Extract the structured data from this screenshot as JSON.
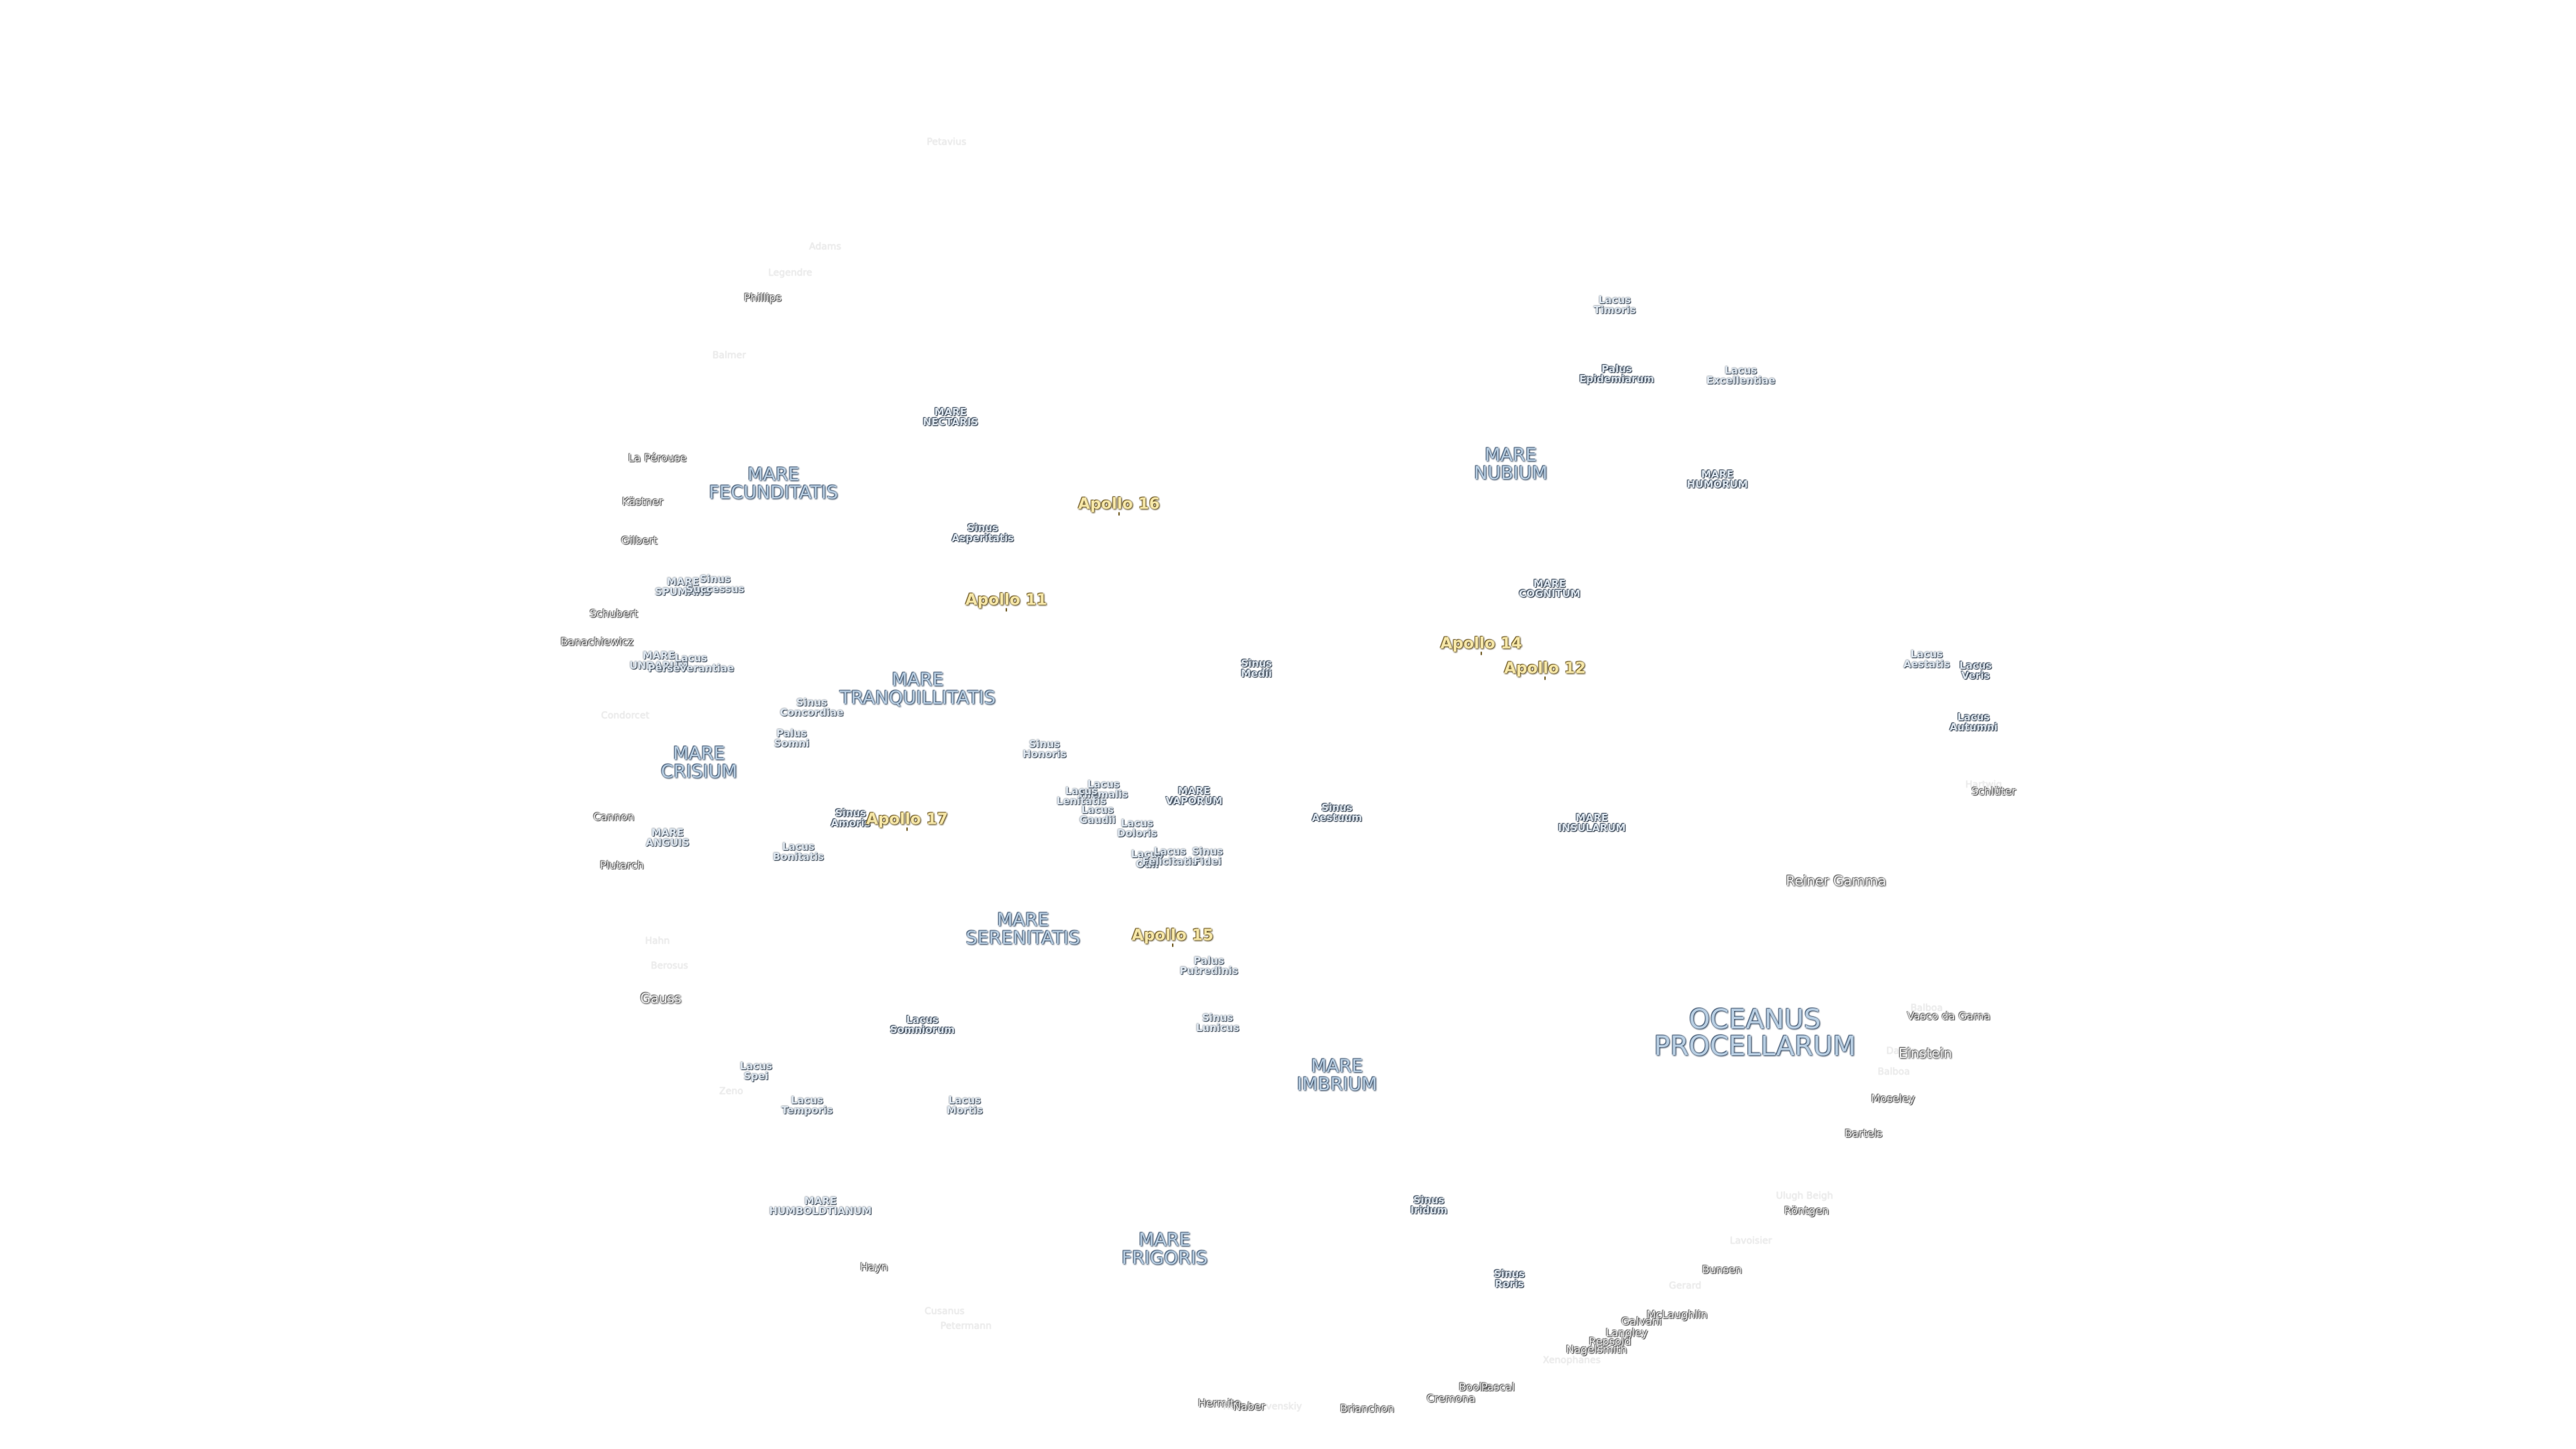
{
  "map": {
    "labels": [
      {
        "id": "petavius",
        "text": "Petavius",
        "cls": "faded"
      },
      {
        "id": "adams",
        "text": "Adams",
        "cls": "faded"
      },
      {
        "id": "legendre",
        "text": "Legendre",
        "cls": "faded"
      },
      {
        "id": "phillips",
        "text": "Phillips",
        "cls": "crater"
      },
      {
        "id": "balmer",
        "text": "Balmer",
        "cls": "faded"
      },
      {
        "id": "mare-nectaris",
        "text": "MARE\nNECTARIS",
        "cls": "small"
      },
      {
        "id": "la-perouse",
        "text": "La Pérouse",
        "cls": "crater"
      },
      {
        "id": "mare-fecunditatis",
        "text": "MARE\nFECUNDITATIS",
        "cls": "mare"
      },
      {
        "id": "kastner",
        "text": "Kästner",
        "cls": "crater"
      },
      {
        "id": "apollo-16",
        "text": "Apollo 16",
        "cls": "apollo"
      },
      {
        "id": "gilbert",
        "text": "Gilbert",
        "cls": "crater"
      },
      {
        "id": "sinus-asperitatis",
        "text": "Sinus\nAsperitatis",
        "cls": "small"
      },
      {
        "id": "mare-spumans",
        "text": "MARE\nSPUMANS",
        "cls": "minor"
      },
      {
        "id": "sinus-successus",
        "text": "Sinus\nSuccessus",
        "cls": "minor"
      },
      {
        "id": "apollo-11",
        "text": "Apollo 11",
        "cls": "apollo"
      },
      {
        "id": "schubert",
        "text": "Schubert",
        "cls": "crater"
      },
      {
        "id": "banachiewicz",
        "text": "Banachiewicz",
        "cls": "crater"
      },
      {
        "id": "mare-undarum",
        "text": "MARE\nUNDARUM",
        "cls": "minor"
      },
      {
        "id": "lacus-perseverantiae",
        "text": "Lacus\nPerseverantiae",
        "cls": "minor"
      },
      {
        "id": "mare-tranquillitatis",
        "text": "MARE\nTRANQUILLITATIS",
        "cls": "mare"
      },
      {
        "id": "sinus-concordiae",
        "text": "Sinus\nConcordiae",
        "cls": "minor"
      },
      {
        "id": "condorcet",
        "text": "Condorcet",
        "cls": "faded"
      },
      {
        "id": "palus-somni",
        "text": "Palus\nSomni",
        "cls": "minor"
      },
      {
        "id": "mare-crisium",
        "text": "MARE\nCRISIUM",
        "cls": "mare"
      },
      {
        "id": "sinus-honoris",
        "text": "Sinus\nHonoris",
        "cls": "minor"
      },
      {
        "id": "lacus-hiemalis",
        "text": "Lacus\nHiemalis",
        "cls": "minor"
      },
      {
        "id": "lacus-lenitatis",
        "text": "Lacus\nLenitatis",
        "cls": "minor"
      },
      {
        "id": "lacus-gaudii",
        "text": "Lacus\nGaudii",
        "cls": "minor"
      },
      {
        "id": "mare-vaporum",
        "text": "MARE\nVAPORUM",
        "cls": "small"
      },
      {
        "id": "cannon",
        "text": "Cannon",
        "cls": "crater"
      },
      {
        "id": "sinus-amoris",
        "text": "Sinus\nAmoris",
        "cls": "small"
      },
      {
        "id": "apollo-17",
        "text": "Apollo 17",
        "cls": "apollo"
      },
      {
        "id": "mare-anguis",
        "text": "MARE\nANGUIS",
        "cls": "minor"
      },
      {
        "id": "lacus-doloris",
        "text": "Lacus\nDoloris",
        "cls": "minor"
      },
      {
        "id": "lacus-bonitatis",
        "text": "Lacus\nBonitatis",
        "cls": "minor"
      },
      {
        "id": "plutarch",
        "text": "Plutarch",
        "cls": "crater"
      },
      {
        "id": "lacus-odii",
        "text": "Lacus\nOdii",
        "cls": "minor"
      },
      {
        "id": "lacus-felicitatis",
        "text": "Lacus\nFelicitatis",
        "cls": "minor"
      },
      {
        "id": "sinus-fidei",
        "text": "Sinus\nFidei",
        "cls": "minor"
      },
      {
        "id": "sinus-medii",
        "text": "Sinus\nMedii",
        "cls": "small"
      },
      {
        "id": "sinus-aestuum",
        "text": "Sinus\nAestuum",
        "cls": "small"
      },
      {
        "id": "mare-serenitatis",
        "text": "MARE\nSERENITATIS",
        "cls": "mare"
      },
      {
        "id": "apollo-15",
        "text": "Apollo 15",
        "cls": "apollo"
      },
      {
        "id": "hahn",
        "text": "Hahn",
        "cls": "faded"
      },
      {
        "id": "berosus",
        "text": "Berosus",
        "cls": "faded"
      },
      {
        "id": "palus-putredinis",
        "text": "Palus\nPutredinis",
        "cls": "minor"
      },
      {
        "id": "gauss",
        "text": "Gauss",
        "cls": "crater-mid"
      },
      {
        "id": "lacus-somniorum",
        "text": "Lacus\nSomniorum",
        "cls": "small"
      },
      {
        "id": "sinus-lunicus",
        "text": "Sinus\nLunicus",
        "cls": "minor"
      },
      {
        "id": "lacus-spei",
        "text": "Lacus\nSpei",
        "cls": "minor"
      },
      {
        "id": "zeno",
        "text": "Zeno",
        "cls": "faded"
      },
      {
        "id": "lacus-temporis",
        "text": "Lacus\nTemporis",
        "cls": "minor"
      },
      {
        "id": "lacus-mortis",
        "text": "Lacus\nMortis",
        "cls": "minor"
      },
      {
        "id": "mare-imbrium",
        "text": "MARE\nIMBRIUM",
        "cls": "mare"
      },
      {
        "id": "mare-humboldtianum",
        "text": "MARE\nHUMBOLDTIANUM",
        "cls": "minor"
      },
      {
        "id": "sinus-iridum",
        "text": "Sinus\nIridum",
        "cls": "small"
      },
      {
        "id": "mare-frigoris",
        "text": "MARE\nFRIGORIS",
        "cls": "mare"
      },
      {
        "id": "hayn",
        "text": "Hayn",
        "cls": "crater"
      },
      {
        "id": "sinus-roris",
        "text": "Sinus\nRoris",
        "cls": "small"
      },
      {
        "id": "cusanus",
        "text": "Cusanus",
        "cls": "faded"
      },
      {
        "id": "petermann",
        "text": "Petermann",
        "cls": "faded"
      },
      {
        "id": "lacus-timoris",
        "text": "Lacus\nTimoris",
        "cls": "minor"
      },
      {
        "id": "palus-epidemiarum",
        "text": "Palus\nEpidemiarum",
        "cls": "small"
      },
      {
        "id": "lacus-excellentiae",
        "text": "Lacus\nExcellentiae",
        "cls": "minor"
      },
      {
        "id": "mare-nubium",
        "text": "MARE\nNUBIUM",
        "cls": "mare"
      },
      {
        "id": "mare-humorum",
        "text": "MARE\nHUMORUM",
        "cls": "small"
      },
      {
        "id": "mare-cognitum",
        "text": "MARE\nCOGNITUM",
        "cls": "small"
      },
      {
        "id": "apollo-14",
        "text": "Apollo 14",
        "cls": "apollo"
      },
      {
        "id": "apollo-12",
        "text": "Apollo 12",
        "cls": "apollo"
      },
      {
        "id": "lacus-aestatis",
        "text": "Lacus\nAestatis",
        "cls": "minor"
      },
      {
        "id": "lacus-veris",
        "text": "Lacus\nVeris",
        "cls": "small"
      },
      {
        "id": "lacus-autumni",
        "text": "Lacus\nAutumni",
        "cls": "small"
      },
      {
        "id": "hartwig",
        "text": "Hartwig",
        "cls": "faded"
      },
      {
        "id": "schluter",
        "text": "Schlüter",
        "cls": "crater"
      },
      {
        "id": "mare-insularum",
        "text": "MARE\nINSULARUM",
        "cls": "small"
      },
      {
        "id": "reiner-gamma",
        "text": "Reiner Gamma",
        "cls": "crater-mid"
      },
      {
        "id": "oceanus-procellarum",
        "text": "OCEANUS\nPROCELLARUM",
        "cls": "mare-big"
      },
      {
        "id": "balboa",
        "text": "Balboa",
        "cls": "faded"
      },
      {
        "id": "vasco-da-gama",
        "text": "Vasco da Gama",
        "cls": "crater"
      },
      {
        "id": "dalton",
        "text": "Dalton",
        "cls": "faded"
      },
      {
        "id": "einstein",
        "text": "Einstein",
        "cls": "crater-mid"
      },
      {
        "id": "balboa-2",
        "text": "Balboa",
        "cls": "faded"
      },
      {
        "id": "moseley",
        "text": "Moseley",
        "cls": "crater"
      },
      {
        "id": "bartels",
        "text": "Bartels",
        "cls": "crater"
      },
      {
        "id": "ulugh-beigh",
        "text": "Ulugh Beigh",
        "cls": "faded"
      },
      {
        "id": "rontgen",
        "text": "Röntgen",
        "cls": "crater"
      },
      {
        "id": "lavoisier",
        "text": "Lavoisier",
        "cls": "faded"
      },
      {
        "id": "bunsen",
        "text": "Bunsen",
        "cls": "crater"
      },
      {
        "id": "gerard",
        "text": "Gerard",
        "cls": "faded"
      },
      {
        "id": "mclaughlin",
        "text": "McLaughlin",
        "cls": "crater"
      },
      {
        "id": "galvani",
        "text": "Galvani",
        "cls": "crater"
      },
      {
        "id": "langley",
        "text": "Langley",
        "cls": "crater"
      },
      {
        "id": "repsold",
        "text": "Repsold",
        "cls": "crater"
      },
      {
        "id": "nansen",
        "text": "Nansen",
        "cls": "faded"
      },
      {
        "id": "nagelsmith",
        "text": "Nagelsmith",
        "cls": "crater"
      },
      {
        "id": "xenophanes",
        "text": "Xenophanes",
        "cls": "faded"
      },
      {
        "id": "boole",
        "text": "Boole",
        "cls": "crater"
      },
      {
        "id": "pascal",
        "text": "Pascal",
        "cls": "crater"
      },
      {
        "id": "cremona",
        "text": "Cremona",
        "cls": "crater"
      },
      {
        "id": "brianchon",
        "text": "Brianchon",
        "cls": "crater"
      },
      {
        "id": "hermite",
        "text": "Hermite",
        "cls": "crater"
      },
      {
        "id": "rozhdestvenskiy",
        "text": "Rozhdestvenskiy",
        "cls": "faded"
      },
      {
        "id": "naber",
        "text": "Naber",
        "cls": "crater"
      }
    ]
  }
}
